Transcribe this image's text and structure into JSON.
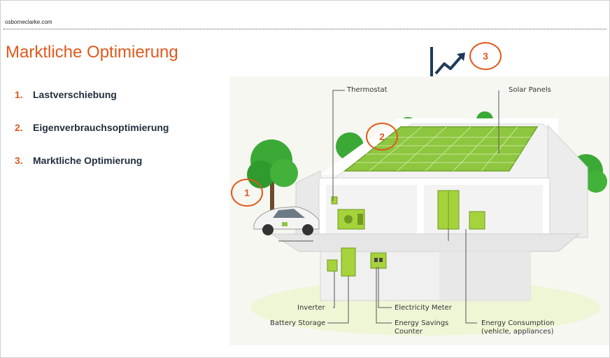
{
  "header": {
    "brand": "osborneclarke.com"
  },
  "slide": {
    "title": "Marktliche Optimierung",
    "items": [
      {
        "number": "1.",
        "text": "Lastverschiebung"
      },
      {
        "number": "2.",
        "text": "Eigenverbrauchsoptimierung"
      },
      {
        "number": "3.",
        "text": "Marktliche Optimierung"
      }
    ]
  },
  "badges": {
    "one": "1",
    "two": "2",
    "three": "3"
  },
  "diagram": {
    "labels": {
      "thermostat": "Thermostat",
      "solar_panels": "Solar Panels",
      "inverter": "Inverter",
      "battery_storage": "Battery Storage",
      "electricity_meter": "Electricity Meter",
      "energy_savings_line1": "Energy Savings",
      "energy_savings_line2": "Counter",
      "energy_consumption_line1": "Energy Consumption",
      "energy_consumption_line2": "(vehicle, appliances)"
    }
  },
  "colors": {
    "accent": "#e0591c",
    "text_dark": "#1f2d3d",
    "panel_green": "#8dc63f",
    "tree_green": "#3aa935"
  },
  "icons": [
    "trend-up-chart-icon"
  ]
}
